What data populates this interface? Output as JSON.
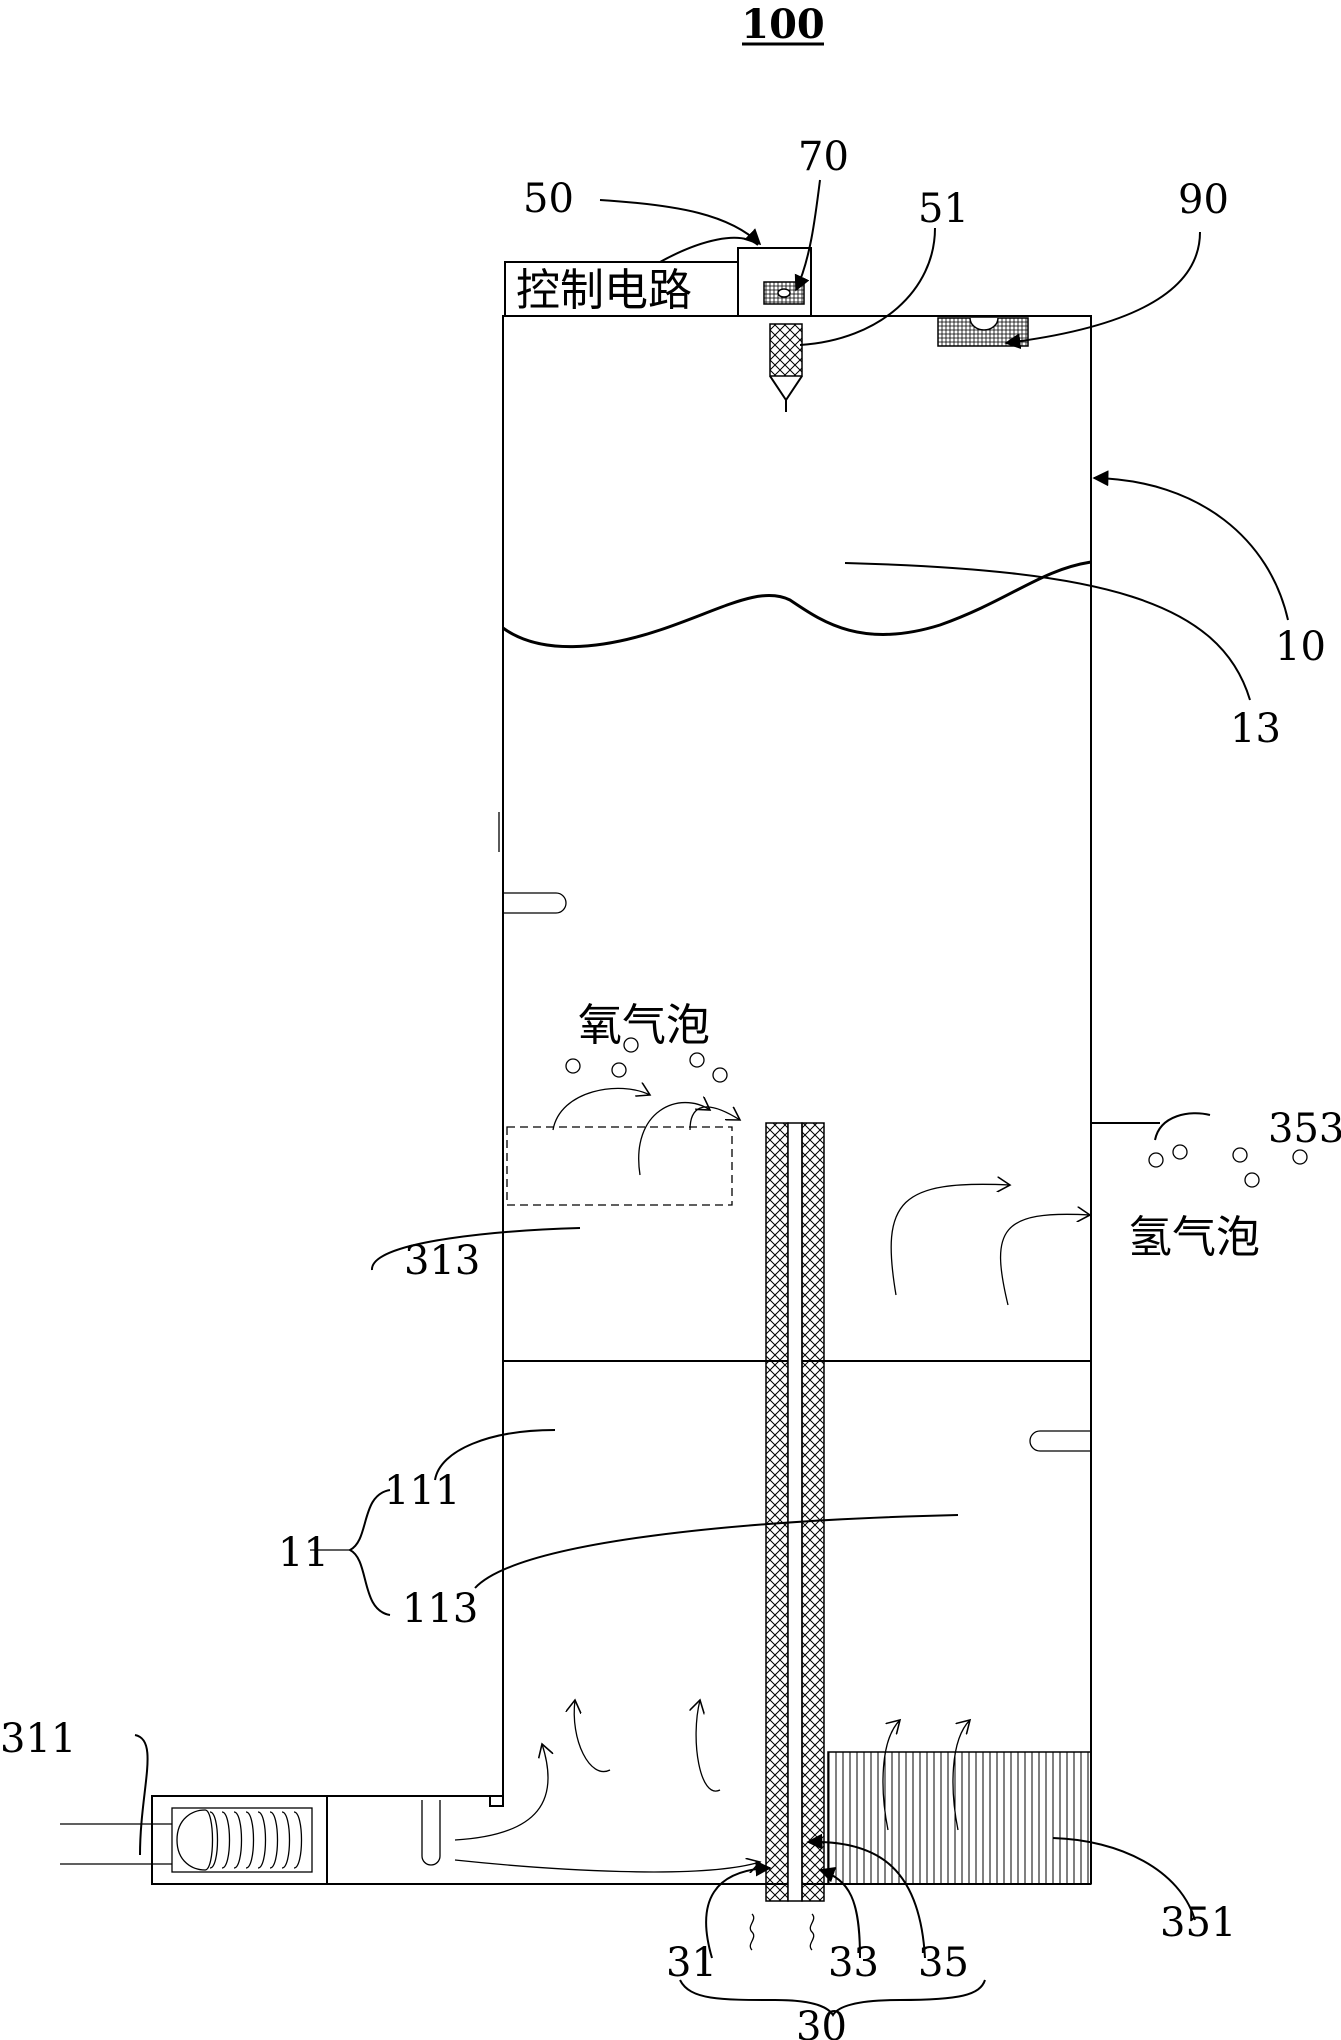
{
  "figure": {
    "number": "100",
    "control_circuit_label": "控制电路",
    "oxygen_bubbles_label": "氧气泡",
    "hydrogen_bubbles_label": "氢气泡"
  },
  "reference_labels": {
    "l10": "10",
    "l11": "11",
    "l13": "13",
    "l30": "30",
    "l31": "31",
    "l33": "33",
    "l35": "35",
    "l50": "50",
    "l51": "51",
    "l70": "70",
    "l90": "90",
    "l111": "111",
    "l113": "113",
    "l311": "311",
    "l313": "313",
    "l351": "351",
    "l353": "353"
  }
}
